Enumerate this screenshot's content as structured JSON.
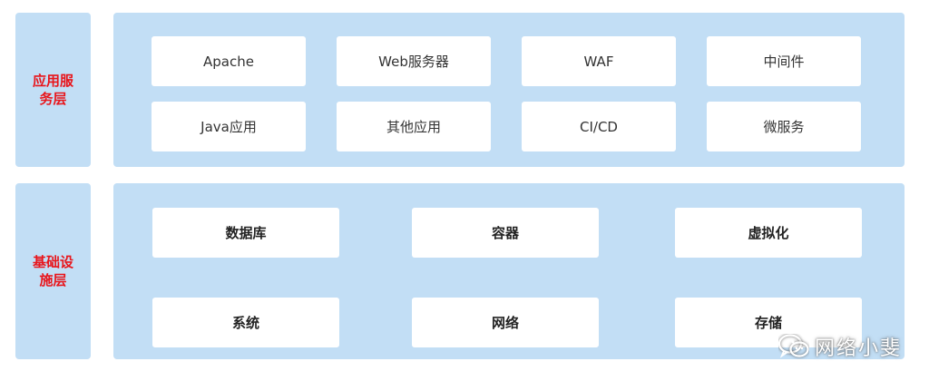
{
  "app_layer": {
    "label": "应用服务层",
    "items": [
      "Apache",
      "Web服务器",
      "WAF",
      "中间件",
      "Java应用",
      "其他应用",
      "CI/CD",
      "微服务"
    ]
  },
  "infra_layer": {
    "label": "基础设施层",
    "items": [
      "数据库",
      "容器",
      "虚拟化",
      "系统",
      "网络",
      "存储"
    ]
  },
  "watermark": {
    "text": "网络小斐",
    "icon": "wechat-icon"
  },
  "colors": {
    "panel": "#c2def5",
    "label_text": "#e8151b",
    "box": "#ffffff"
  }
}
